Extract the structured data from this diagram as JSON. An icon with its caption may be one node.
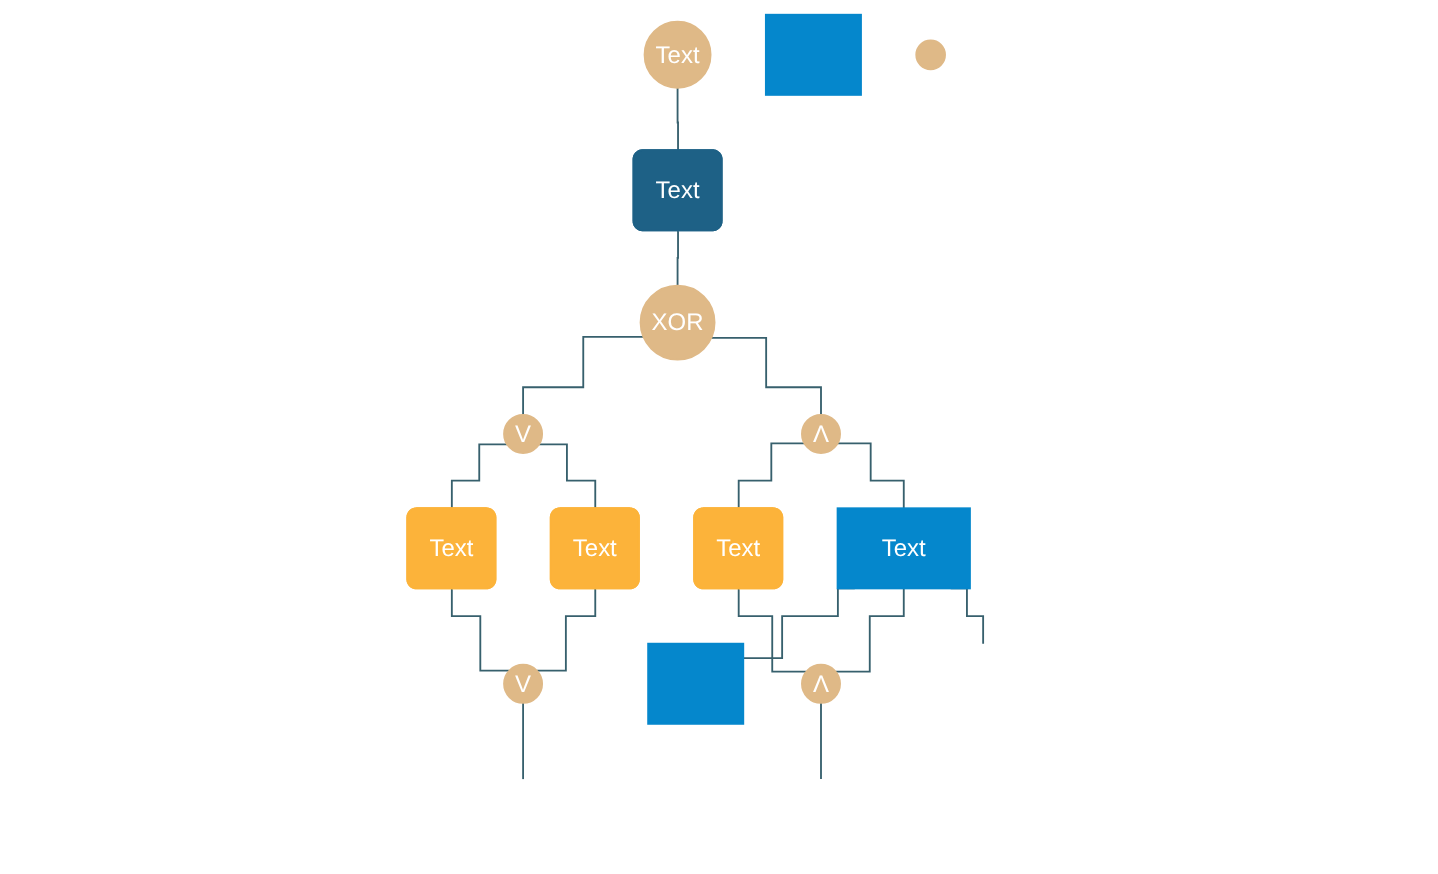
{
  "diagram": {
    "nodes": [
      {
        "text": [
          "Text"
        ]
      },
      {
        "text": [
          "Text"
        ]
      },
      {
        "text": [
          "XOR"
        ]
      },
      {
        "text": [
          "V"
        ]
      },
      {
        "text": [
          "Λ"
        ]
      },
      {
        "text": [
          "Text"
        ]
      },
      {
        "text": [
          "Text"
        ]
      },
      {
        "text": [
          "Text"
        ]
      },
      {
        "text": [
          "Text"
        ]
      },
      {
        "text": [],
        "shape": "box"
      },
      {
        "text": [
          "V"
        ]
      },
      {
        "text": [
          "Λ"
        ]
      },
      {
        "text": [],
        "shape": "box"
      },
      {
        "text": [],
        "shape": "circle"
      }
    ],
    "edges": [
      {
        "from": 0,
        "to": 1,
        "arrow": "none"
      },
      {
        "from": 1,
        "to": 2,
        "arrow": "none"
      },
      {
        "from": 2,
        "to": 3,
        "arrow": "none"
      },
      {
        "from": 2,
        "to": 4,
        "arrow": "none"
      },
      {
        "from": 3,
        "to": 5,
        "arrow": "none"
      },
      {
        "from": 3,
        "to": 6,
        "arrow": "none"
      },
      {
        "from": 4,
        "to": 7,
        "arrow": "none"
      },
      {
        "from": 4,
        "to": 8,
        "arrow": "none"
      },
      {
        "from": 8,
        "to": 9,
        "arrow": "none"
      },
      {
        "from": 5,
        "to": 10,
        "arrow": "none"
      },
      {
        "from": 6,
        "to": 10,
        "arrow": "none"
      },
      {
        "from": 7,
        "to": 11,
        "arrow": "none"
      },
      {
        "from": 8,
        "to": 11,
        "arrow": "none"
      },
      {
        "from": 8,
        "to": null,
        "arrow": "none"
      },
      {
        "from": 10,
        "to": null,
        "arrow": "none"
      },
      {
        "from": 11,
        "to": null,
        "arrow": "none"
      }
    ]
  }
}
